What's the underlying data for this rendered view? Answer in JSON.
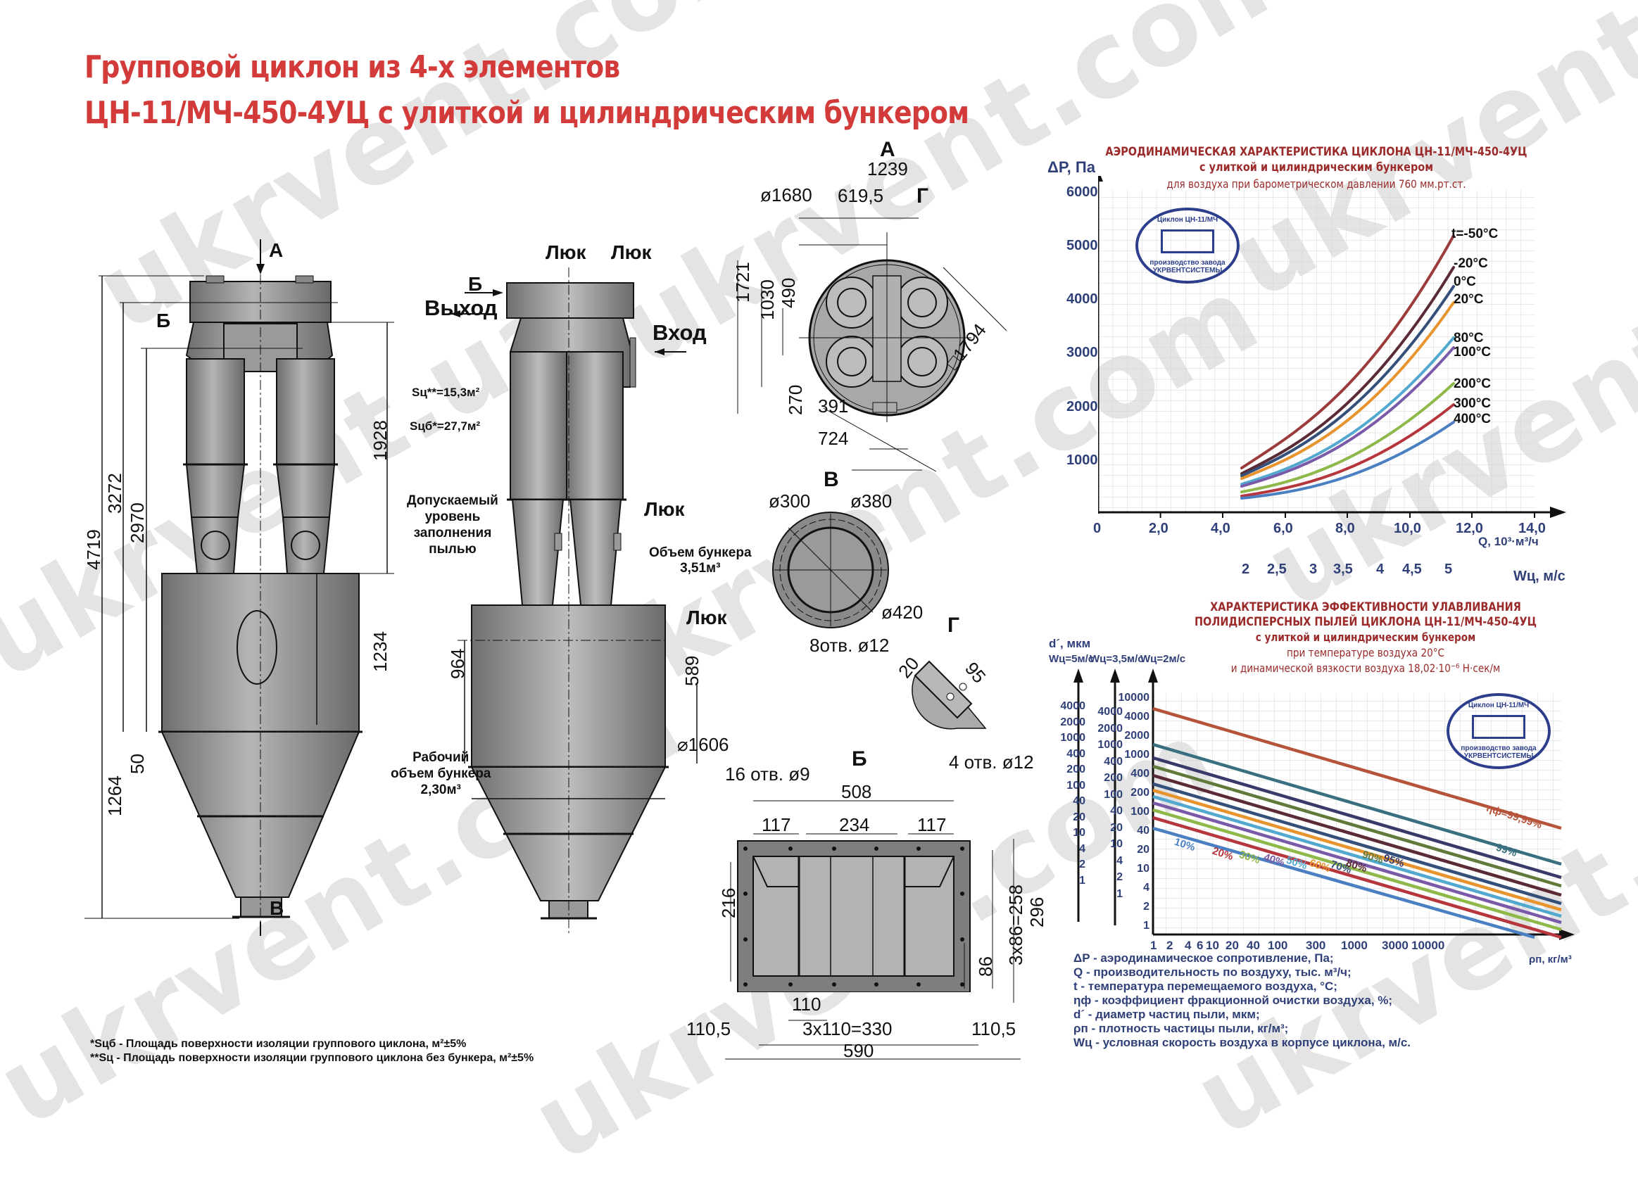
{
  "title": {
    "line1": "Групповой циклон из 4-х элементов",
    "line2": "ЦН-11/МЧ-450-4УЦ с улиткой и цилиндрическим бункером"
  },
  "watermark": {
    "texts": [
      "ukrvent.com",
      "ukrvent.ua",
      "www.ukrvent.com"
    ]
  },
  "front_view": {
    "label_a": "А",
    "label_b": "Б",
    "label_v": "В",
    "dims": {
      "d4719": "4719",
      "d3272": "3272",
      "d2970": "2970",
      "d1928": "1928",
      "d1234": "1234",
      "d1264": "1264",
      "d50": "50"
    }
  },
  "side_view": {
    "hatch1": "Люк",
    "hatch2": "Люк",
    "hatch3": "Люк",
    "hatch4": "Люк",
    "label_b": "Б",
    "outlet": "Выход",
    "inlet": "Вход",
    "s_c": "Sц**=15,3м²",
    "s_cb": "Sцб*=27,7м²",
    "fill_level": [
      "Допускаемый",
      "уровень",
      "заполнения",
      "пылью"
    ],
    "hopper_volume": [
      "Объем бункера",
      "3,51м³"
    ],
    "work_volume": [
      "Рабочий",
      "объем бункера",
      "2,30м³"
    ],
    "dims": {
      "d964": "964",
      "d589": "589",
      "d1606": "⌀1606"
    }
  },
  "view_a": {
    "label": "А",
    "dims": {
      "d1239": "1239",
      "d1680": "ø1680",
      "d619": "619,5",
      "label_g": "Г",
      "d1721": "1721",
      "d1030": "1030",
      "d490": "490",
      "d270": "270",
      "d391": "391",
      "d724": "724",
      "d1794": "□1794"
    }
  },
  "view_v": {
    "label": "В",
    "dims": {
      "d300": "ø300",
      "d380": "ø380",
      "d420": "ø420",
      "holes": "8отв. ø12"
    }
  },
  "view_g": {
    "label": "Г",
    "dims": {
      "d20": "20",
      "d95": "95",
      "holes": "4 отв. ø12"
    }
  },
  "view_b": {
    "label": "Б",
    "dims": {
      "holes": "16 отв. ø9",
      "d508": "508",
      "d117a": "117",
      "d234": "234",
      "d117b": "117",
      "d216": "216",
      "d258": "3х86=258",
      "d296": "296",
      "d86": "86",
      "d110": "110",
      "d330": "3х110=330",
      "d110_5a": "110,5",
      "d110_5b": "110,5",
      "d590": "590"
    }
  },
  "footnotes": [
    "*Sцб - Площадь поверхности изоляции группового циклона, м²±5%",
    "**Sц - Площадь поверхности изоляции группового циклона без бункера, м²±5%"
  ],
  "stamp": {
    "top": "Циклон ЦН-11/МЧ",
    "bottom1": "производство завода",
    "bottom2": "УКРВЕНТСИСТЕМЫ"
  },
  "chart1": {
    "title": "АЭРОДИНАМИЧЕСКАЯ ХАРАКТЕРИСТИКА ЦИКЛОНА ЦН-11/МЧ-450-4УЦ",
    "subtitle": "с улиткой и цилиндрическим бункером",
    "subtitle2": "для воздуха при барометрическом давлении 760 мм.рт.ст.",
    "ylabel": "ΔP, Па",
    "xlabel": "Q, 10³·м³/ч",
    "x2label": "Wц, м/с",
    "yticks": [
      "6000",
      "5000",
      "4000",
      "3000",
      "2000",
      "1000"
    ],
    "xticks": [
      "0",
      "2,0",
      "4,0",
      "6,0",
      "8,0",
      "10,0",
      "12,0",
      "14,0"
    ],
    "x2ticks": [
      "2",
      "2,5",
      "3",
      "3,5",
      "4",
      "4,5",
      "5"
    ],
    "legend": [
      "t=-50°C",
      "-20°C",
      "0°C",
      "20°C",
      "80°C",
      "100°C",
      "200°C",
      "300°C",
      "400°C"
    ]
  },
  "chart2": {
    "title1": "ХАРАКТЕРИСТИКА ЭФФЕКТИВНОСТИ УЛАВЛИВАНИЯ",
    "title2": "ПОЛИДИСПЕРСНЫХ ПЫЛЕЙ ЦИКЛОНА ЦН-11/МЧ-450-4УЦ",
    "subtitle": "с улиткой и цилиндрическим бункером",
    "subtitle2": "при температуре воздуха 20°C",
    "subtitle3": "и динамической вязкости воздуха 18,02·10⁻⁶ Н·сек/м",
    "ylabel": "d´, мкм",
    "axis_w5": "Wц=5м/с",
    "axis_w35": "Wц=3,5м/с",
    "axis_w2": "Wц=2м/с",
    "ticks_w5": [
      "4000",
      "2000",
      "1000",
      "400",
      "200",
      "100",
      "40",
      "20",
      "10",
      "4",
      "2",
      "1"
    ],
    "ticks_w35": [
      "4000",
      "2000",
      "1000",
      "400",
      "200",
      "100",
      "40",
      "20",
      "10",
      "4",
      "2",
      "1"
    ],
    "ticks_w2": [
      "10000",
      "4000",
      "2000",
      "1000",
      "400",
      "200",
      "100",
      "40",
      "20",
      "10",
      "4",
      "2",
      "1"
    ],
    "xticks": [
      "1",
      "2",
      "4",
      "6",
      "10",
      "20",
      "40",
      "100",
      "300",
      "1000",
      "3000",
      "10000"
    ],
    "xlabel": "ρп, кг/м³",
    "line_labels": [
      "10%",
      "20%",
      "30%",
      "40%",
      "50%",
      "60%",
      "70%",
      "80%",
      "90%",
      "95%",
      "99%",
      "ηф=99,99%"
    ]
  },
  "legend_notes": [
    "ΔP - аэродинамическое сопротивление, Па;",
    "Q - производительность по воздуху, тыс. м³/ч;",
    "t - температура перемещаемого воздуха, °С;",
    "ηф - коэффициент фракционной очистки воздуха, %;",
    "d´ - диаметр частиц пыли, мкм;",
    "ρп - плотность частицы пыли, кг/м³;",
    "Wц - условная скорость воздуха в корпусе циклона, м/с."
  ],
  "chart_data": [
    {
      "type": "line",
      "title": "Аэродинамическая характеристика циклона ЦН-11/МЧ-450-4УЦ",
      "xlabel": "Q, 10³·м³/ч",
      "ylabel": "ΔP, Па",
      "xlim": [
        0,
        14
      ],
      "ylim": [
        0,
        6000
      ],
      "grid": true,
      "x": [
        4.6,
        6.0,
        7.0,
        8.0,
        9.0,
        10.0,
        11.4
      ],
      "series": [
        {
          "name": "t=-50°C",
          "color": "#9b3b3b",
          "values": [
            820,
            1500,
            2050,
            2700,
            3400,
            4100,
            5150
          ]
        },
        {
          "name": "-20°C",
          "color": "#5a2a35",
          "values": [
            720,
            1330,
            1800,
            2350,
            2950,
            3600,
            4550
          ]
        },
        {
          "name": "0°C",
          "color": "#34507a",
          "values": [
            680,
            1250,
            1700,
            2200,
            2780,
            3350,
            4200
          ]
        },
        {
          "name": "20°C",
          "color": "#e8942e",
          "values": [
            630,
            1170,
            1580,
            2050,
            2600,
            3150,
            3900
          ]
        },
        {
          "name": "80°C",
          "color": "#52a8cf",
          "values": [
            520,
            960,
            1300,
            1720,
            2150,
            2600,
            3250
          ]
        },
        {
          "name": "100°C",
          "color": "#7a5aa8",
          "values": [
            490,
            910,
            1230,
            1620,
            2030,
            2450,
            3070
          ]
        },
        {
          "name": "200°C",
          "color": "#8fb84a",
          "values": [
            380,
            700,
            950,
            1250,
            1560,
            1900,
            2400
          ]
        },
        {
          "name": "300°C",
          "color": "#b5373d",
          "values": [
            310,
            580,
            790,
            1030,
            1300,
            1570,
            2000
          ]
        },
        {
          "name": "400°C",
          "color": "#4a7fc1",
          "values": [
            260,
            490,
            670,
            870,
            1100,
            1330,
            1700
          ]
        }
      ],
      "secondary_x": {
        "label": "Wц, м/с",
        "ticks": [
          2,
          2.5,
          3,
          3.5,
          4,
          4.5,
          5
        ]
      }
    },
    {
      "type": "line",
      "title": "Характеристика эффективности улавливания полидисперсных пылей циклона ЦН-11/МЧ-450-4УЦ",
      "xlabel": "ρп, кг/м³",
      "ylabel": "d´, мкм",
      "xscale": "log",
      "yscale": "log",
      "xlim": [
        1,
        10000
      ],
      "ylim": [
        1,
        10000
      ],
      "x": [
        1,
        10000
      ],
      "series": [
        {
          "name": "ηф=99,99%",
          "color": "#b5543a",
          "values": [
            6000,
            60
          ]
        },
        {
          "name": "99%",
          "color": "#3a6f80",
          "values": [
            1500,
            15
          ]
        },
        {
          "name": "95%",
          "color": "#3a3a6a",
          "values": [
            900,
            9
          ]
        },
        {
          "name": "90%",
          "color": "#5f7a3a",
          "values": [
            650,
            6.5
          ]
        },
        {
          "name": "80%",
          "color": "#5a2a35",
          "values": [
            450,
            4.5
          ]
        },
        {
          "name": "70%",
          "color": "#34507a",
          "values": [
            330,
            3.3
          ]
        },
        {
          "name": "60%",
          "color": "#e8942e",
          "values": [
            260,
            2.6
          ]
        },
        {
          "name": "50%",
          "color": "#52a8cf",
          "values": [
            200,
            2.0
          ]
        },
        {
          "name": "40%",
          "color": "#7a5aa8",
          "values": [
            160,
            1.6
          ]
        },
        {
          "name": "30%",
          "color": "#8fb84a",
          "values": [
            120,
            1.2
          ]
        },
        {
          "name": "20%",
          "color": "#b5373d",
          "values": [
            90,
            0.9
          ]
        },
        {
          "name": "10%",
          "color": "#4a7fc1",
          "values": [
            60,
            0.6
          ]
        }
      ],
      "axes_velocity": [
        "Wц=5м/с",
        "Wц=3,5м/с",
        "Wц=2м/с"
      ]
    }
  ]
}
